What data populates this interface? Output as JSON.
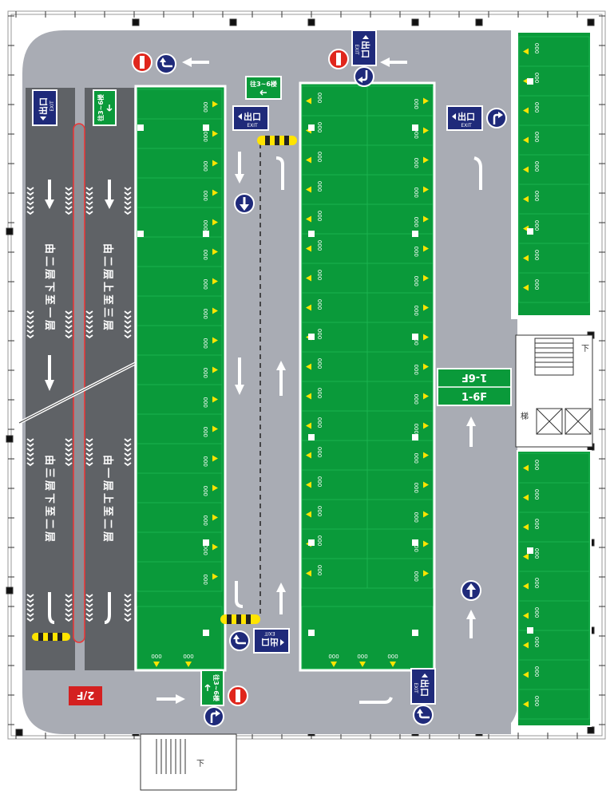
{
  "floor_badge": "2/F",
  "exit_sign": {
    "text": "出口",
    "sub": "EXIT"
  },
  "direction_sign": "往3~6楼",
  "floors_sign": {
    "top": "1-6F",
    "bottom": "1-6F"
  },
  "ramps": [
    {
      "text": "由二层下至一层"
    },
    {
      "text": "由二层上至三层"
    },
    {
      "text": "由三层下至二层"
    },
    {
      "text": "由一层上至二层"
    }
  ],
  "stair_label": "下",
  "elevator_label": "梯",
  "space_label": "000",
  "colors": {
    "driveway": "#a9acb4",
    "parking": "#0a9a3a",
    "ramp": "#5f6266",
    "sign_blue": "#1f2a7a",
    "no_entry": "#e0261c",
    "badge_red": "#d42020",
    "arrow_yellow": "#ffe400"
  }
}
